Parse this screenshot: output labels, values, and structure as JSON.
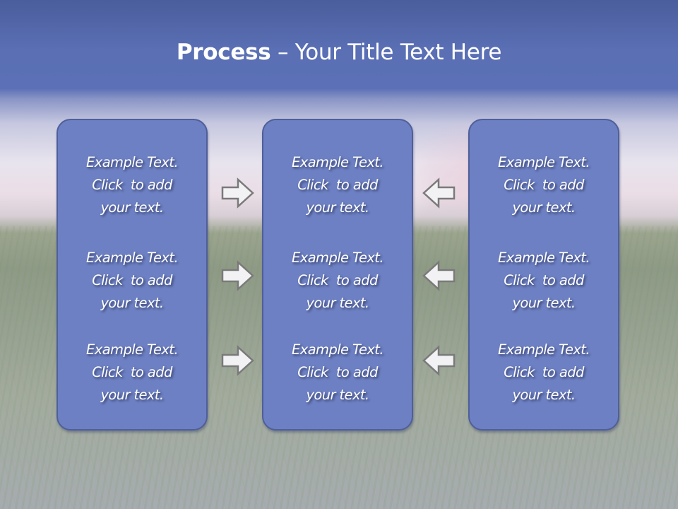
{
  "slide": {
    "title_bold": "Process",
    "title_rest": " – Your Title Text Here",
    "colors": {
      "header_band": "#5a6fb4",
      "box_fill": "#6d80c3",
      "box_border": "#4f5f9a",
      "arrow_fill": "#f2f2f4",
      "arrow_stroke": "#7a7a7a",
      "text": "#ffffff"
    },
    "columns": [
      {
        "name": "left",
        "items": [
          {
            "line1": "Example Text.",
            "line2": "Click  to add",
            "line3": "your text."
          },
          {
            "line1": "Example Text.",
            "line2": "Click  to add",
            "line3": "your text."
          },
          {
            "line1": "Example Text.",
            "line2": "Click  to add",
            "line3": "your text."
          }
        ]
      },
      {
        "name": "center",
        "items": [
          {
            "line1": "Example Text.",
            "line2": "Click  to add",
            "line3": "your text."
          },
          {
            "line1": "Example Text.",
            "line2": "Click  to add",
            "line3": "your text."
          },
          {
            "line1": "Example Text.",
            "line2": "Click  to add",
            "line3": "your text."
          }
        ]
      },
      {
        "name": "right",
        "items": [
          {
            "line1": "Example Text.",
            "line2": "Click  to add",
            "line3": "your text."
          },
          {
            "line1": "Example Text.",
            "line2": "Click  to add",
            "line3": "your text."
          },
          {
            "line1": "Example Text.",
            "line2": "Click  to add",
            "line3": "your text."
          }
        ]
      }
    ],
    "arrows": {
      "left_to_center": [
        "arrow-right-icon",
        "arrow-right-icon",
        "arrow-right-icon"
      ],
      "right_to_center": [
        "arrow-left-icon",
        "arrow-left-icon",
        "arrow-left-icon"
      ]
    }
  }
}
